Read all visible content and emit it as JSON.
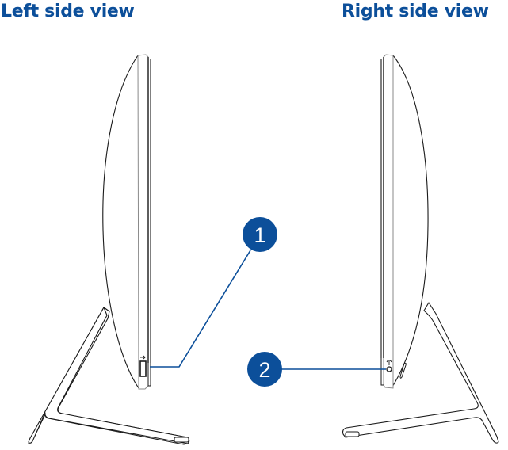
{
  "titles": {
    "left": "Left side view",
    "right": "Right side view"
  },
  "callouts": [
    {
      "number": "1",
      "target": "usb-port",
      "view": "left"
    },
    {
      "number": "2",
      "target": "audio-jack",
      "view": "right"
    }
  ],
  "colors": {
    "accent": "#0c4f9a",
    "outline": "#1a1a1a",
    "gray_edge": "#8a8a8a"
  },
  "icons": {
    "usb": "usb-icon",
    "headphone": "headphone-icon"
  }
}
